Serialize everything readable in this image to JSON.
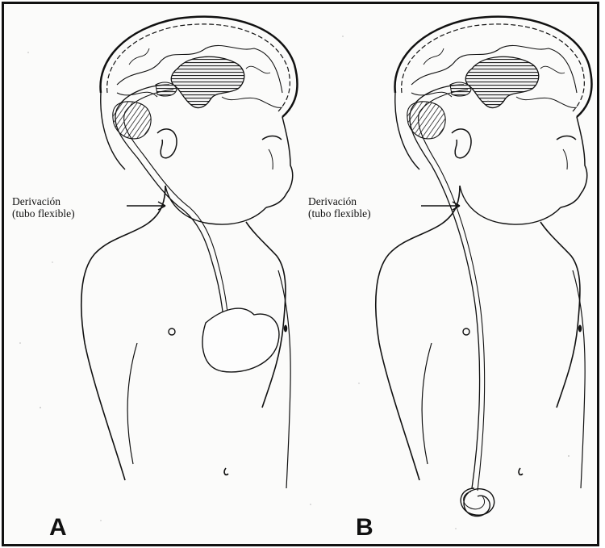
{
  "panels": [
    {
      "id": "A",
      "letter": "A",
      "label_line1": "Derivación",
      "label_line2": "(tubo flexible)"
    },
    {
      "id": "B",
      "letter": "B",
      "label_line1": "Derivación",
      "label_line2": "(tubo flexible)"
    }
  ],
  "colors": {
    "ink": "#111111",
    "paper": "#fbfbfa",
    "ventricle": "#555555"
  }
}
